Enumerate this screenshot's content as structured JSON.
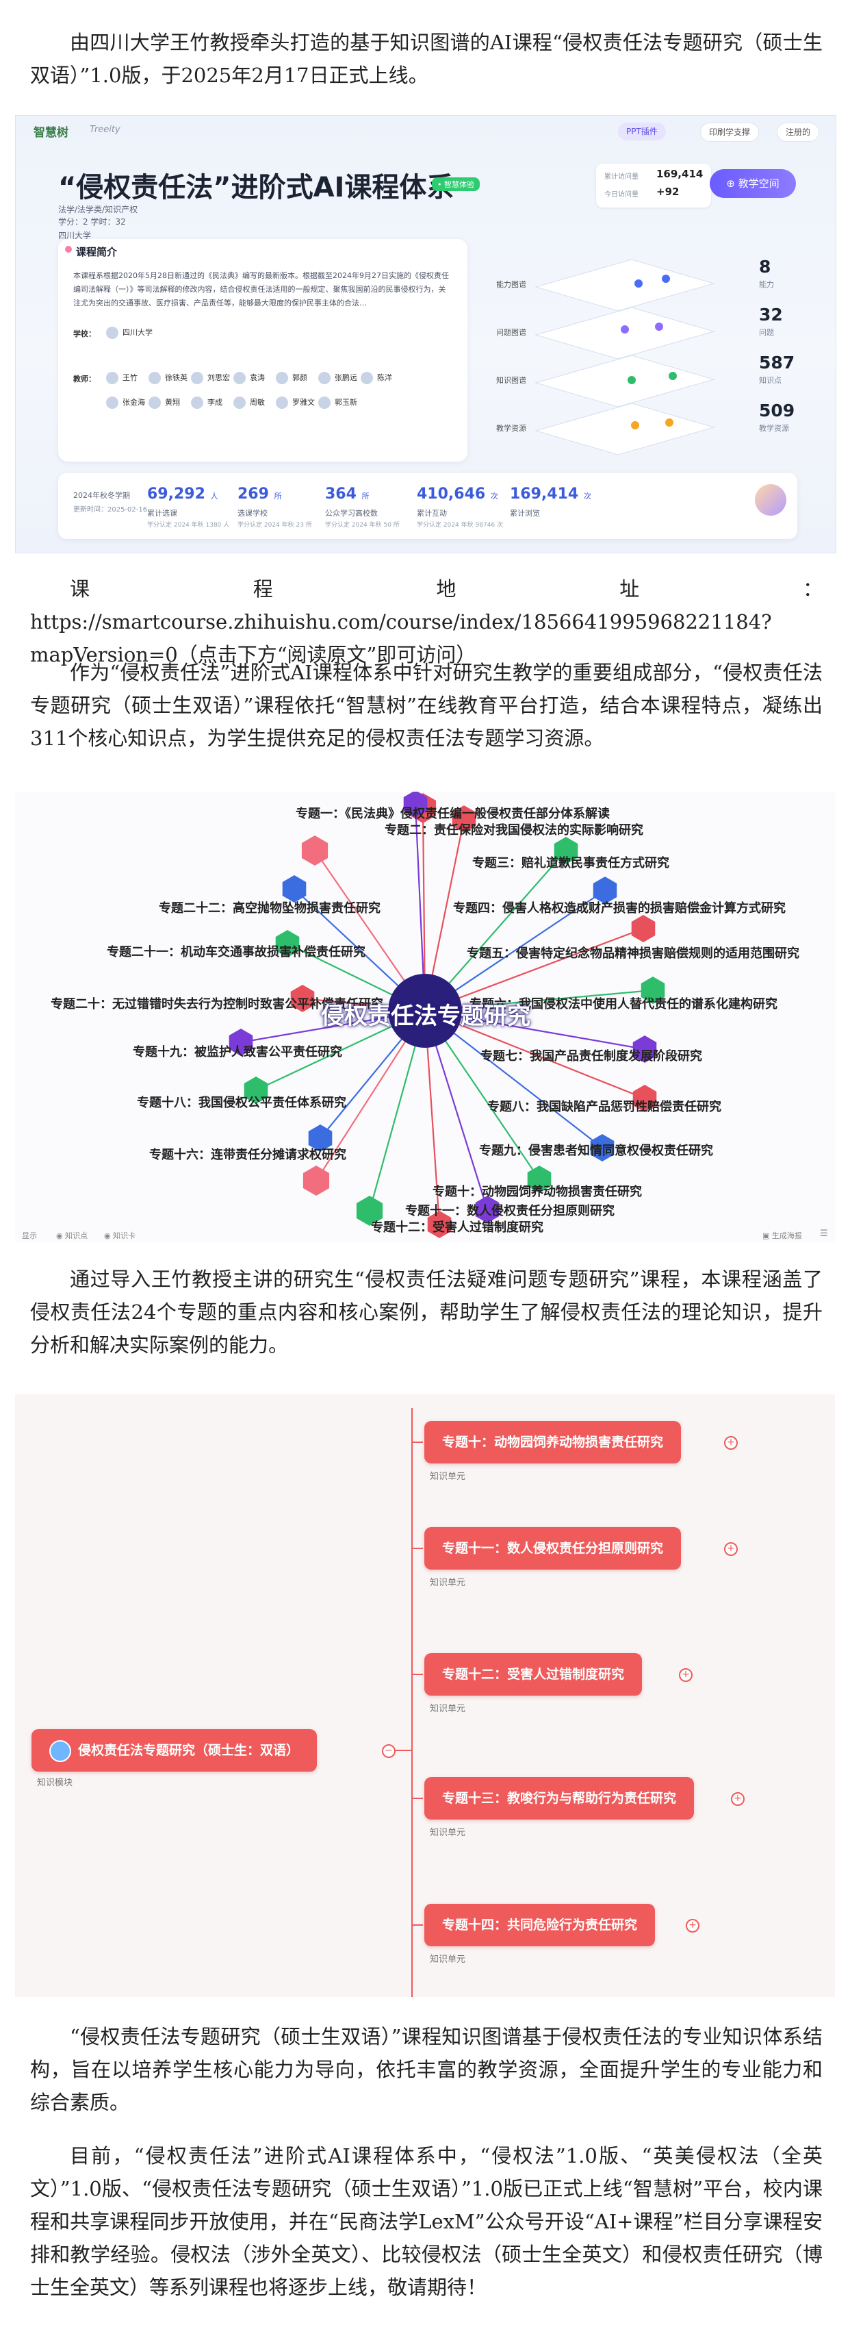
{
  "para1": "由四川大学王竹教授牵头打造的基于知识图谱的AI课程“侵权责任法专题研究（硕士生双语）”1.0版，于2025年2月17日正式上线。",
  "shot1": {
    "logo": "智慧树",
    "logo_sub": "Treeity",
    "ppt_pill": "PPT插件",
    "print_pill": "印刷学支撑",
    "user_pill": "注册的",
    "title": "“侵权责任法”进阶式AI课程体系",
    "badge": "• 智慧体验",
    "meta1": "法学/法学类/知识产权",
    "meta2": "学分：2    学时：32",
    "school_top": "四川大学",
    "stat_label1": "累计访问量",
    "stat_value1": "169,414",
    "stat_label2": "今日访问量",
    "stat_value2": "+92",
    "teach_btn": "教学空间",
    "intro_title": "课程简介",
    "intro_text": "本课程系根据2020年5月28日新通过的《民法典》编写的最新版本。根据截至2024年9月27日实施的《侵权责任编司法解释（一）》等司法解释的修改内容，结合侵权责任法适用的一般规定、聚焦我国前沿的民事侵权行为，关注尤为突出的交通事故、医疗损害、产品责任等，能够最大限度的保护民事主体的合法…",
    "school_label": "学校：",
    "school_name": "四川大学",
    "teachers_label": "教师：",
    "teachers": [
      "王竹",
      "徐铁英",
      "刘思宏",
      "袁涛",
      "郭颜",
      "张鹏远",
      "陈洋",
      "张金海",
      "黄翔",
      "李成",
      "周敏",
      "罗雅文",
      "郭玉新"
    ],
    "layers": [
      "能力图谱",
      "问题图谱",
      "知识图谱",
      "教学资源"
    ],
    "kpis": [
      {
        "value": "8",
        "label": "能力"
      },
      {
        "value": "32",
        "label": "问题"
      },
      {
        "value": "587",
        "label": "知识点"
      },
      {
        "value": "509",
        "label": "教学资源"
      }
    ],
    "bottom_title": "2024年秋冬学期",
    "bottom_date": "更新时间：2025-02-16",
    "bottom_stats": [
      {
        "value": "69,292",
        "unit": "人",
        "label": "累计选课",
        "sub": "学分认定 2024 年秋 1380 人"
      },
      {
        "value": "269",
        "unit": "所",
        "label": "选课学校",
        "sub": "学分认定 2024 年秋 23 所"
      },
      {
        "value": "364",
        "unit": "所",
        "label": "公众学习高校数",
        "sub": "学分认定 2024 年秋 50 所"
      },
      {
        "value": "410,646",
        "unit": "次",
        "label": "累计互动",
        "sub": "学分认定 2024 年秋 98746 次"
      },
      {
        "value": "169,414",
        "unit": "次",
        "label": "累计浏览",
        "sub": ""
      }
    ]
  },
  "para2": "课程地址：https://smartcourse.zhihuishu.com/course/index/1856641995968221184?mapVersion=0（点击下方“阅读原文”即可访问）",
  "para3": "作为“侵权责任法”进阶式AI课程体系中针对研究生教学的重要组成部分，“侵权责任法专题研究（硕士生双语）”课程依托“智慧树”在线教育平台打造，结合本课程特点，凝练出311个核心知识点，为学生提供充足的侵权责任法专题学习资源。",
  "shot2": {
    "center": "侵权责任法专题研究",
    "topics": [
      "专题一：《民法典》侵权责任编一般侵权责任部分体系解读",
      "专题二：责任保险对我国侵权法的实际影响研究",
      "专题三：赔礼道歉民事责任方式研究",
      "专题四：侵害人格权造成财产损害的损害赔偿金计算方式研究",
      "专题五：侵害特定纪念物品精神损害赔偿规则的适用范围研究",
      "专题六：我国侵权法中使用人替代责任的谱系化建构研究",
      "专题七：我国产品责任制度发展阶段研究",
      "专题八：我国缺陷产品惩罚性赔偿责任研究",
      "专题九：侵害患者知情同意权侵权责任研究",
      "专题十：动物园饲养动物损害责任研究",
      "专题十一：数人侵权责任分担原则研究",
      "专题十二：受害人过错制度研究",
      "专题十六：连带责任分摊请求权研究",
      "专题十八：我国侵权公平责任体系研究",
      "专题十九：被监护人致害公平责任研究",
      "专题二十：无过错错时失去行为控制时致害公平补偿责任研究",
      "专题二十一：机动车交通事故损害补偿责任研究",
      "专题二十二：高空抛物坠物损害责任研究"
    ],
    "footer_items": [
      "显示",
      "知识点",
      "知识卡"
    ],
    "footer_right": "生成海报"
  },
  "para4": "通过导入王竹教授主讲的研究生“侵权责任法疑难问题专题研究”课程，本课程涵盖了侵权责任法24个专题的重点内容和核心案例，帮助学生了解侵权责任法的理论知识，提升分析和解决实际案例的能力。",
  "shot3": {
    "root": "侵权责任法专题研究（硕士生：双语）",
    "root_sub": "知识模块",
    "children": [
      {
        "label": "专题十：动物园饲养动物损害责任研究",
        "sub": "知识单元"
      },
      {
        "label": "专题十一：数人侵权责任分担原则研究",
        "sub": "知识单元"
      },
      {
        "label": "专题十二：受害人过错制度研究",
        "sub": "知识单元"
      },
      {
        "label": "专题十三：教唆行为与帮助行为责任研究",
        "sub": "知识单元"
      },
      {
        "label": "专题十四：共同危险行为责任研究",
        "sub": "知识单元"
      }
    ]
  },
  "para5": "“侵权责任法专题研究（硕士生双语）”课程知识图谱基于侵权责任法的专业知识体系结构，旨在以培养学生核心能力为导向，依托丰富的教学资源，全面提升学生的专业能力和综合素质。",
  "para6": "目前，“侵权责任法”进阶式AI课程体系中，“侵权法”1.0版、“英美侵权法（全英文）”1.0版、“侵权责任法专题研究（硕士生双语）”1.0版已正式上线“智慧树”平台，校内课程和共享课程同步开放使用，并在“民商法学LexM”公众号开设“AI+课程”栏目分享课程安排和教学经验。侵权法（涉外全英文）、比较侵权法（硕士生全英文）和侵权责任研究（博士生全英文）等系列课程也将逐步上线，敬请期待！",
  "colors": {
    "accent_purple": "#6a5cff",
    "mindmap_red": "#ef5a5a",
    "center_navy": "#2a1f7a"
  }
}
